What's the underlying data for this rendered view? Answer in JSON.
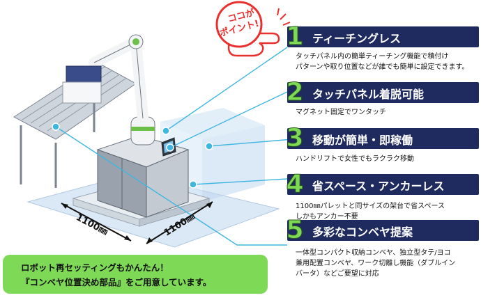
{
  "badge": {
    "line1": "ココが",
    "line2": "ポイント!"
  },
  "features": [
    {
      "number": "1",
      "title": "ティーチングレス",
      "desc_lines": [
        "タッチパネル内の簡単ティーチング機能で積付け",
        "パターンや取り位置などが誰でも簡単に設定できます。"
      ]
    },
    {
      "number": "2",
      "title": "タッチパネル着脱可能",
      "desc_lines": [
        "マグネット固定でワンタッチ"
      ]
    },
    {
      "number": "3",
      "title": "移動が簡単・即稼働",
      "desc_lines": [
        "ハンドリフトで女性でもラクラク移動"
      ]
    },
    {
      "number": "4",
      "title": "省スペース・アンカーレス",
      "desc_lines": [
        "1100㎜パレットと同サイズの架台で省スペース",
        "しかもアンカー不要"
      ]
    },
    {
      "number": "5",
      "title": "多彩なコンベヤ提案",
      "desc_lines": [
        "一体型コンパクト収納コンベヤ、独立型タテ/ヨコ",
        "兼用配置コンベヤ、ワーク切離し機能（ダブルイン",
        "バータ）などご要望に対応"
      ]
    }
  ],
  "dimensions": {
    "width_label": "1100㎜",
    "depth_label": "1100㎜"
  },
  "callout": {
    "line1": "ロボット再セッティングもかんたん！",
    "line2": "『コンベヤ位置決め部品』をご用意しています。"
  },
  "colors": {
    "navy": "#1f2a5e",
    "green": "#7ed957",
    "red": "#e8312f",
    "line_cyan": "#3fb6e0"
  }
}
